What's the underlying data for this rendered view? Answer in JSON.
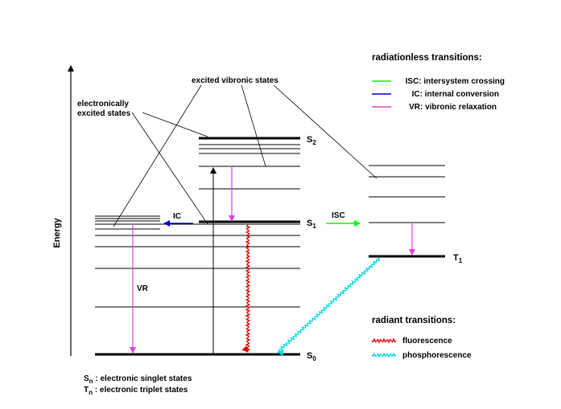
{
  "axis": {
    "label": "Energy"
  },
  "states": {
    "s0": {
      "base": "S",
      "sub": "0"
    },
    "s1": {
      "base": "S",
      "sub": "1"
    },
    "s2": {
      "base": "S",
      "sub": "2"
    },
    "t1": {
      "base": "T",
      "sub": "1"
    }
  },
  "annotations": {
    "excited_vibronic": "excited vibronic states",
    "electronically_line1": "electronically",
    "electronically_line2": "excited states",
    "ic_label": "IC",
    "isc_label": "ISC",
    "vr_label": "VR"
  },
  "legend_radiationless": {
    "title": "radiationless transitions:",
    "items": [
      {
        "label": "ISC: intersystem crossing",
        "color": "#00ff00"
      },
      {
        "label": "IC: internal conversion",
        "color": "#0000cc"
      },
      {
        "label": "VR: vibronic relaxation",
        "color": "#e040e0"
      }
    ]
  },
  "legend_radiant": {
    "title": "radiant transitions:",
    "items": [
      {
        "label": "fluorescence",
        "color": "#dd0000"
      },
      {
        "label": "phosphorescence",
        "color": "#00d8e8"
      }
    ]
  },
  "footnote": {
    "singlet": {
      "base": "S",
      "sub": "n",
      "text": " : electronic singlet states"
    },
    "triplet": {
      "base": "T",
      "sub": "n",
      "text": " : electronic triplet states"
    }
  },
  "colors": {
    "isc": "#00ff00",
    "ic": "#0000cc",
    "vr": "#e040e0",
    "fluorescence": "#dd0000",
    "phosphorescence": "#00d8e8",
    "line": "#000000"
  }
}
